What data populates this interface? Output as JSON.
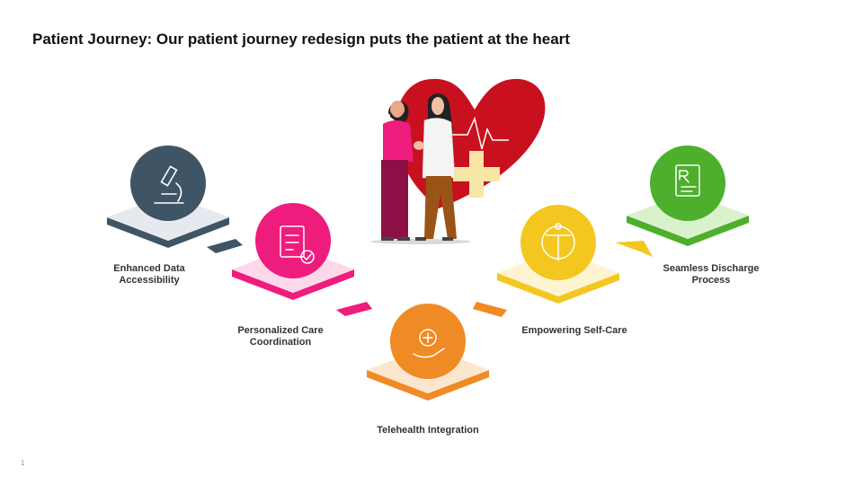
{
  "title": "Patient Journey: Our patient journey redesign puts the patient at the heart",
  "page_number": "1",
  "steps": [
    {
      "label_line1": "Enhanced Data",
      "label_line2": "Accessibility",
      "icon": "microscope-icon",
      "color": "#3f5565",
      "tile_color": "#e6e9ed"
    },
    {
      "label_line1": "Personalized Care",
      "label_line2": "Coordination",
      "icon": "checklist-icon",
      "color": "#ee1c7d",
      "tile_color": "#fcd9ea"
    },
    {
      "label_line1": "Telehealth Integration",
      "label_line2": "",
      "icon": "medical-hand-icon",
      "color": "#f08a24",
      "tile_color": "#fde6cf"
    },
    {
      "label_line1": "Empowering Self-Care",
      "label_line2": "",
      "icon": "self-care-icon",
      "color": "#f3c71f",
      "tile_color": "#fdf4d2"
    },
    {
      "label_line1": "Seamless Discharge",
      "label_line2": "Process",
      "icon": "prescription-icon",
      "color": "#4daf2b",
      "tile_color": "#d9f1cd"
    }
  ],
  "colors": {
    "connector_dark": "#3f5565",
    "connector_pink": "#ee1c7d",
    "connector_orange": "#f08a24",
    "connector_yellow": "#f3c71f",
    "heart": "#c8101e",
    "plus": "#f7e6a5"
  }
}
